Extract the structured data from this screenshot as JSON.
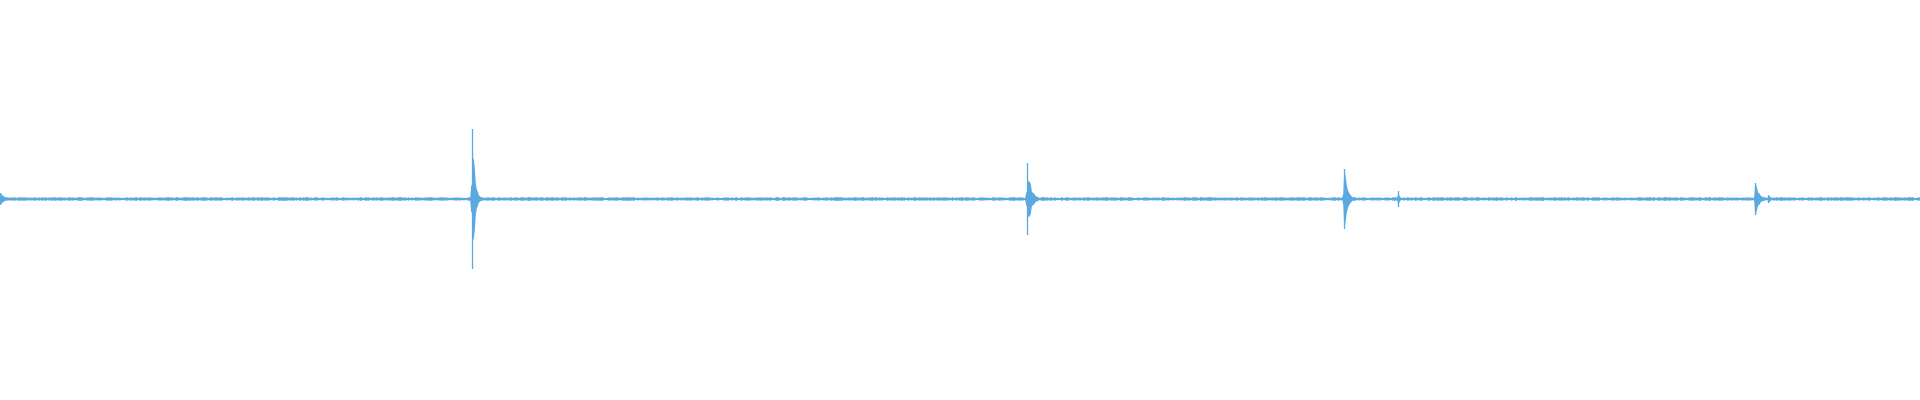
{
  "waveform": {
    "color": "#5aa9e0",
    "baseline_noise_amplitude": 0.008,
    "transients": [
      {
        "position": 0.0,
        "amplitude": 0.03,
        "decay": 0.002
      },
      {
        "position": 0.246,
        "amplitude": 0.35,
        "decay": 0.0012
      },
      {
        "position": 0.535,
        "amplitude": 0.18,
        "decay": 0.0018
      },
      {
        "position": 0.7,
        "amplitude": 0.15,
        "decay": 0.0016
      },
      {
        "position": 0.728,
        "amplitude": 0.04,
        "decay": 0.0008
      },
      {
        "position": 0.914,
        "amplitude": 0.08,
        "decay": 0.002
      },
      {
        "position": 0.921,
        "amplitude": 0.02,
        "decay": 0.001
      }
    ]
  }
}
